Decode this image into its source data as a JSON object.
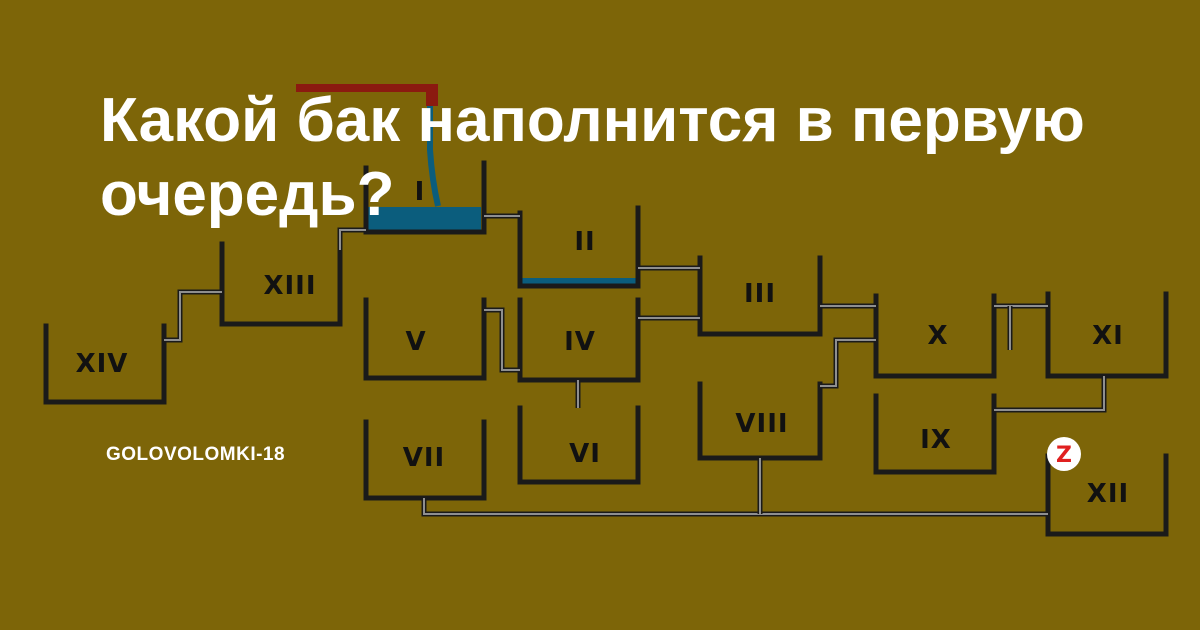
{
  "headline": "Какой бак наполнится в первую очередь?",
  "source_label": "GOLOVOLOMKI-18",
  "tanks": [
    "I",
    "II",
    "III",
    "IV",
    "V",
    "VI",
    "VII",
    "VIII",
    "IX",
    "X",
    "XI",
    "XII",
    "XIII",
    "XIV"
  ],
  "badge": {
    "icon": "zen-logo-icon",
    "letter": "Z"
  },
  "colors": {
    "background": "#7d6508",
    "water": "#0b5d7d",
    "tap": "#8b1a10",
    "text": "#ffffff",
    "badge_accent": "#e02020"
  }
}
